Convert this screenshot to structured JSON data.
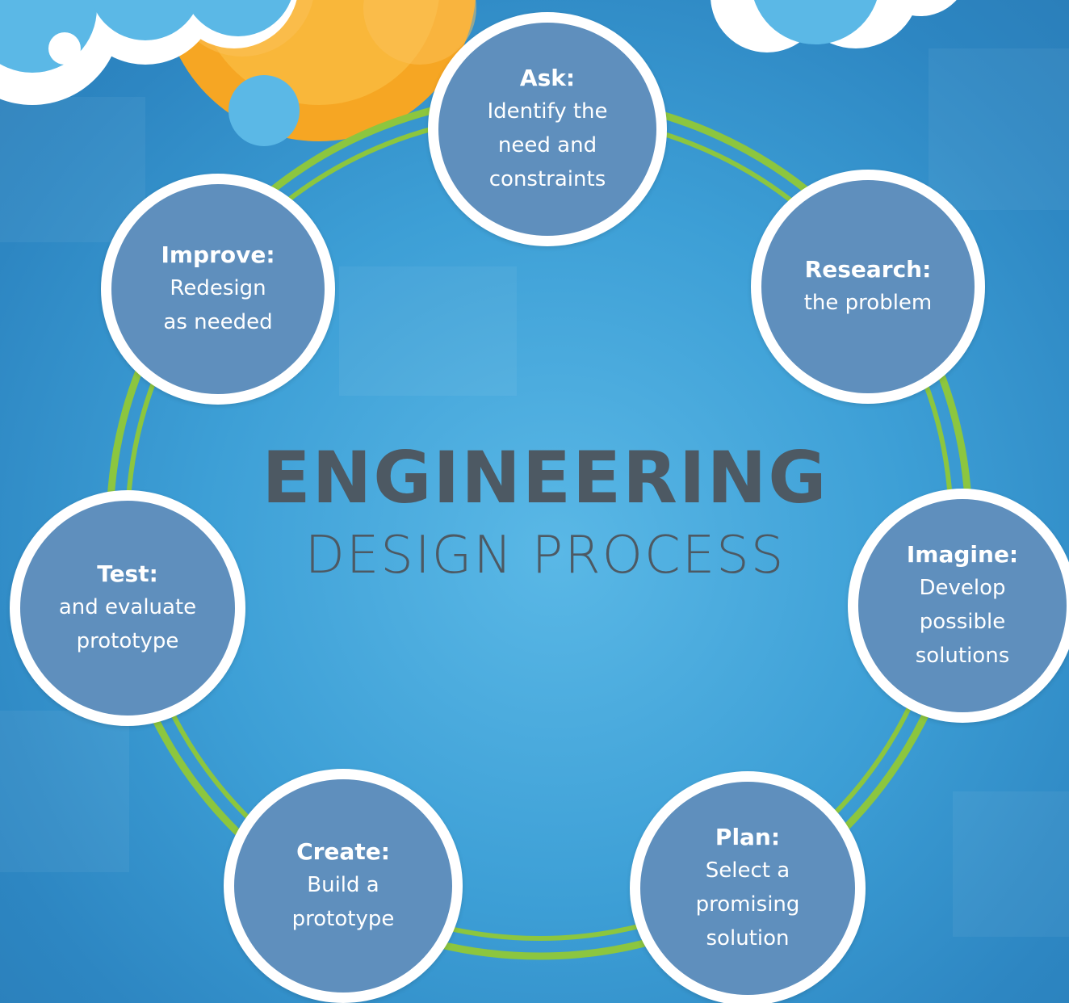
{
  "title": {
    "main": "ENGINEERING",
    "sub": "DESIGN PROCESS"
  },
  "colors": {
    "background": "#3d9fd6",
    "ring": "#8cc63f",
    "step_fill": "#5f8fbd",
    "step_border": "#ffffff",
    "title_text": "#4d5963",
    "sun": "#f6a623",
    "cloud": "#ffffff",
    "cloud_inner": "#5bb8e6"
  },
  "steps": [
    {
      "id": "ask",
      "title": "Ask:",
      "description": "Identify the\nneed and\nconstraints"
    },
    {
      "id": "research",
      "title": "Research:",
      "description": "the problem"
    },
    {
      "id": "imagine",
      "title": "Imagine:",
      "description": "Develop\npossible\nsolutions"
    },
    {
      "id": "plan",
      "title": "Plan:",
      "description": "Select a\npromising\nsolution"
    },
    {
      "id": "create",
      "title": "Create:",
      "description": "Build a\nprototype"
    },
    {
      "id": "test",
      "title": "Test:",
      "description": "and evaluate\nprototype"
    },
    {
      "id": "improve",
      "title": "Improve:",
      "description": "Redesign\nas needed"
    }
  ]
}
